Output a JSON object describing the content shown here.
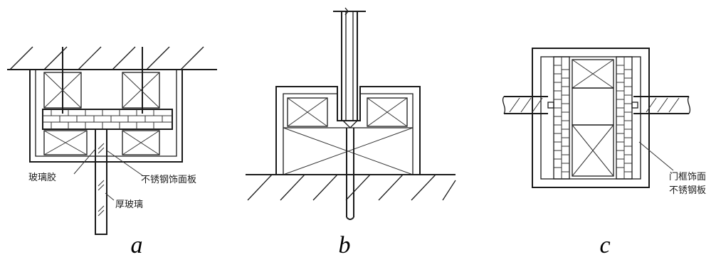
{
  "panels": {
    "a": {
      "caption": "a",
      "labels": {
        "glass_glue": "玻璃胶",
        "steel_panel": "不锈钢饰面板",
        "thick_glass": "厚玻璃"
      }
    },
    "b": {
      "caption": "b"
    },
    "c": {
      "caption": "c",
      "labels": {
        "frame_finish_line1": "门框饰面",
        "frame_finish_line2": "不锈钢板"
      }
    }
  }
}
